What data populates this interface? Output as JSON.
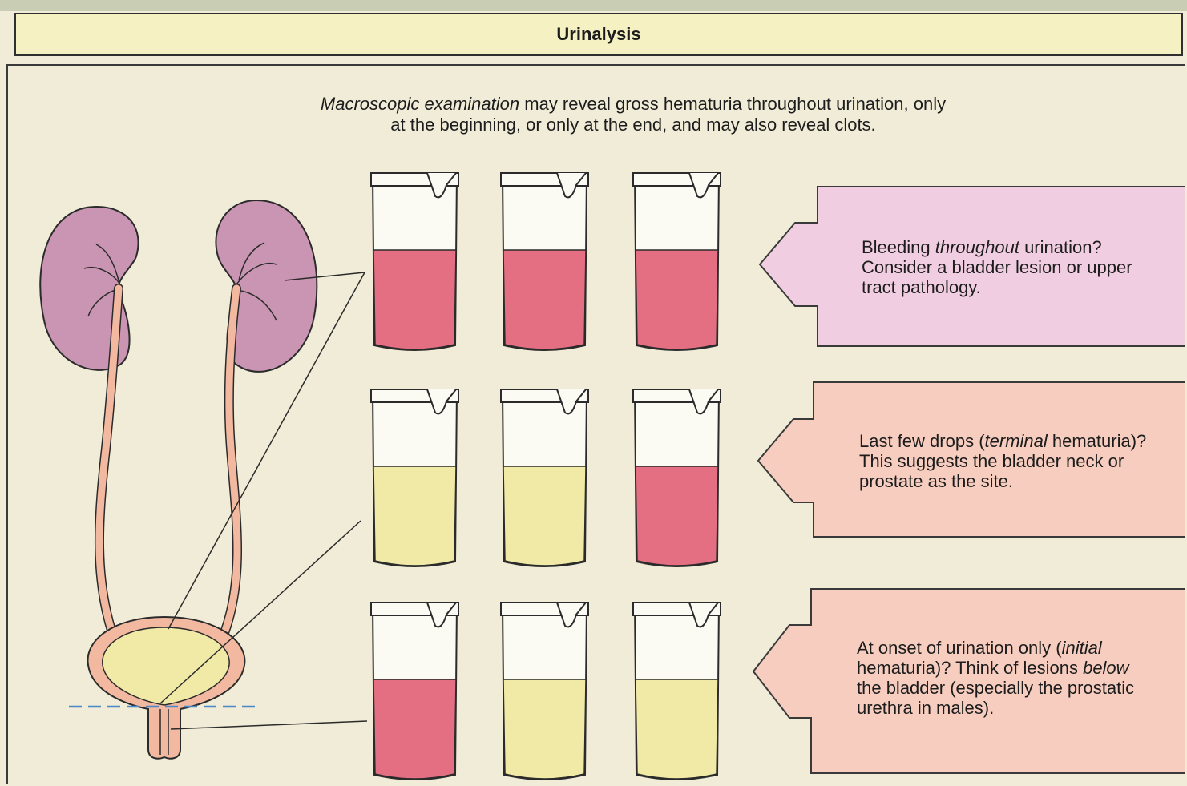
{
  "title": "Urinalysis",
  "intro": {
    "lead_italic": "Macroscopic examination",
    "line1_rest": " may reveal gross hematuria throughout urination, only",
    "line2": "at the beginning, or only at the end, and may also reveal clots."
  },
  "colors": {
    "blood": "#e46f83",
    "clear_urine": "#f1e9a6",
    "kidney": "#c995b3",
    "ureter": "#f2b9a0",
    "callout_pink": "#f0cde0",
    "callout_peach": "#f6cdbf",
    "dashed_line": "#4a88c8"
  },
  "rows": [
    {
      "glasses": [
        "blood",
        "blood",
        "blood"
      ],
      "callout": {
        "pre": "Bleeding ",
        "italic1": "throughout",
        "post1": " urination?",
        "line2": "Consider a bladder lesion or upper",
        "line3": "tract pathology."
      }
    },
    {
      "glasses": [
        "clear",
        "clear",
        "blood"
      ],
      "callout": {
        "pre": "Last few drops (",
        "italic1": "terminal",
        "post1": " hematuria)?",
        "line2": "This suggests the bladder neck or",
        "line3": "prostate as the site."
      }
    },
    {
      "glasses": [
        "blood",
        "clear",
        "clear"
      ],
      "callout": {
        "pre": "At onset of urination only (",
        "italic1": "initial",
        "post1": "",
        "line2a": "hematuria)? Think of lesions ",
        "line2_italic": "below",
        "line3": "the bladder (especially the prostatic",
        "line4": "urethra in males)."
      }
    }
  ]
}
